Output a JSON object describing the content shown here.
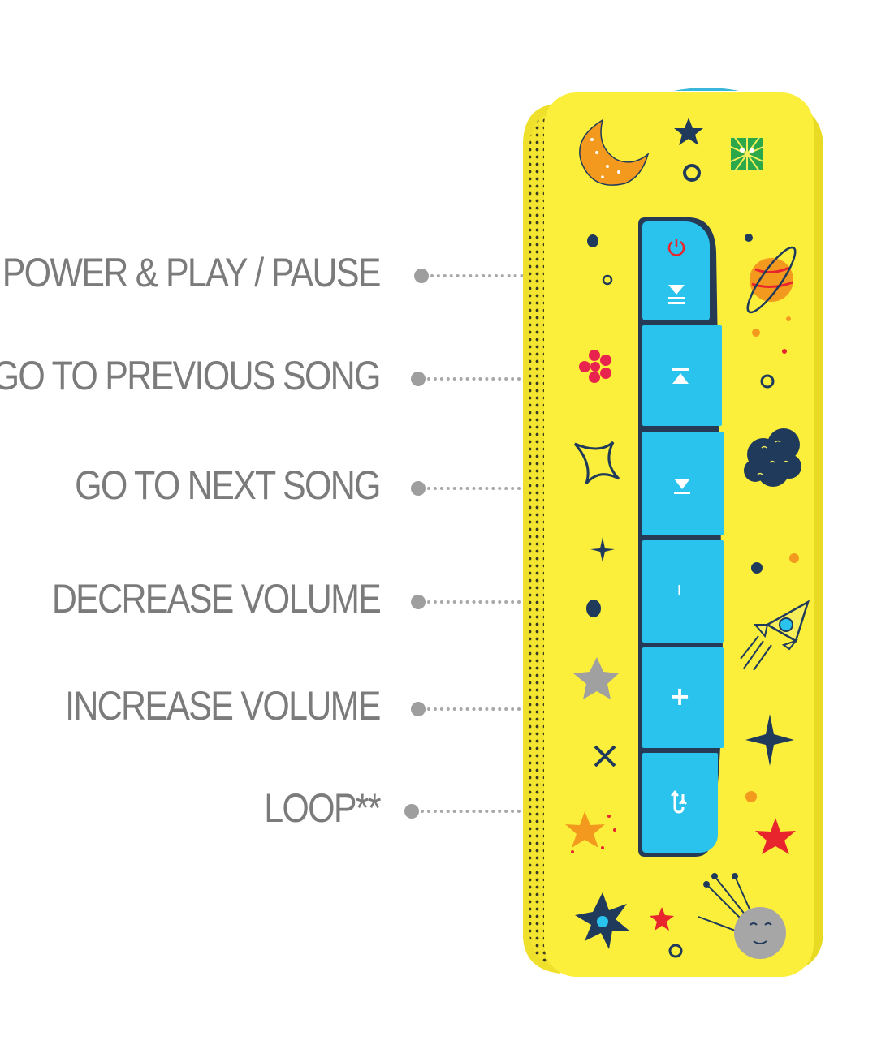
{
  "callouts": [
    {
      "label": "POWER & PLAY / PAUSE"
    },
    {
      "label": "GO TO PREVIOUS SONG"
    },
    {
      "label": "GO TO NEXT SONG"
    },
    {
      "label": "DECREASE VOLUME"
    },
    {
      "label": "INCREASE VOLUME"
    },
    {
      "label": "LOOP**"
    }
  ],
  "buttons": {
    "power_play": {
      "icon": "power-play-pause-icon"
    },
    "previous": {
      "icon": "previous-track-icon"
    },
    "next": {
      "icon": "next-track-icon"
    },
    "volume_down": {
      "icon": "minus-icon",
      "glyph": "–"
    },
    "volume_up": {
      "icon": "plus-icon",
      "glyph": "+"
    },
    "loop": {
      "icon": "loop-icon"
    }
  },
  "colors": {
    "body_yellow": "#fbef3c",
    "button_blue": "#29c3ee",
    "button_outline": "#263a55",
    "label_gray": "#7b7b7b",
    "power_red": "#e8242c"
  }
}
